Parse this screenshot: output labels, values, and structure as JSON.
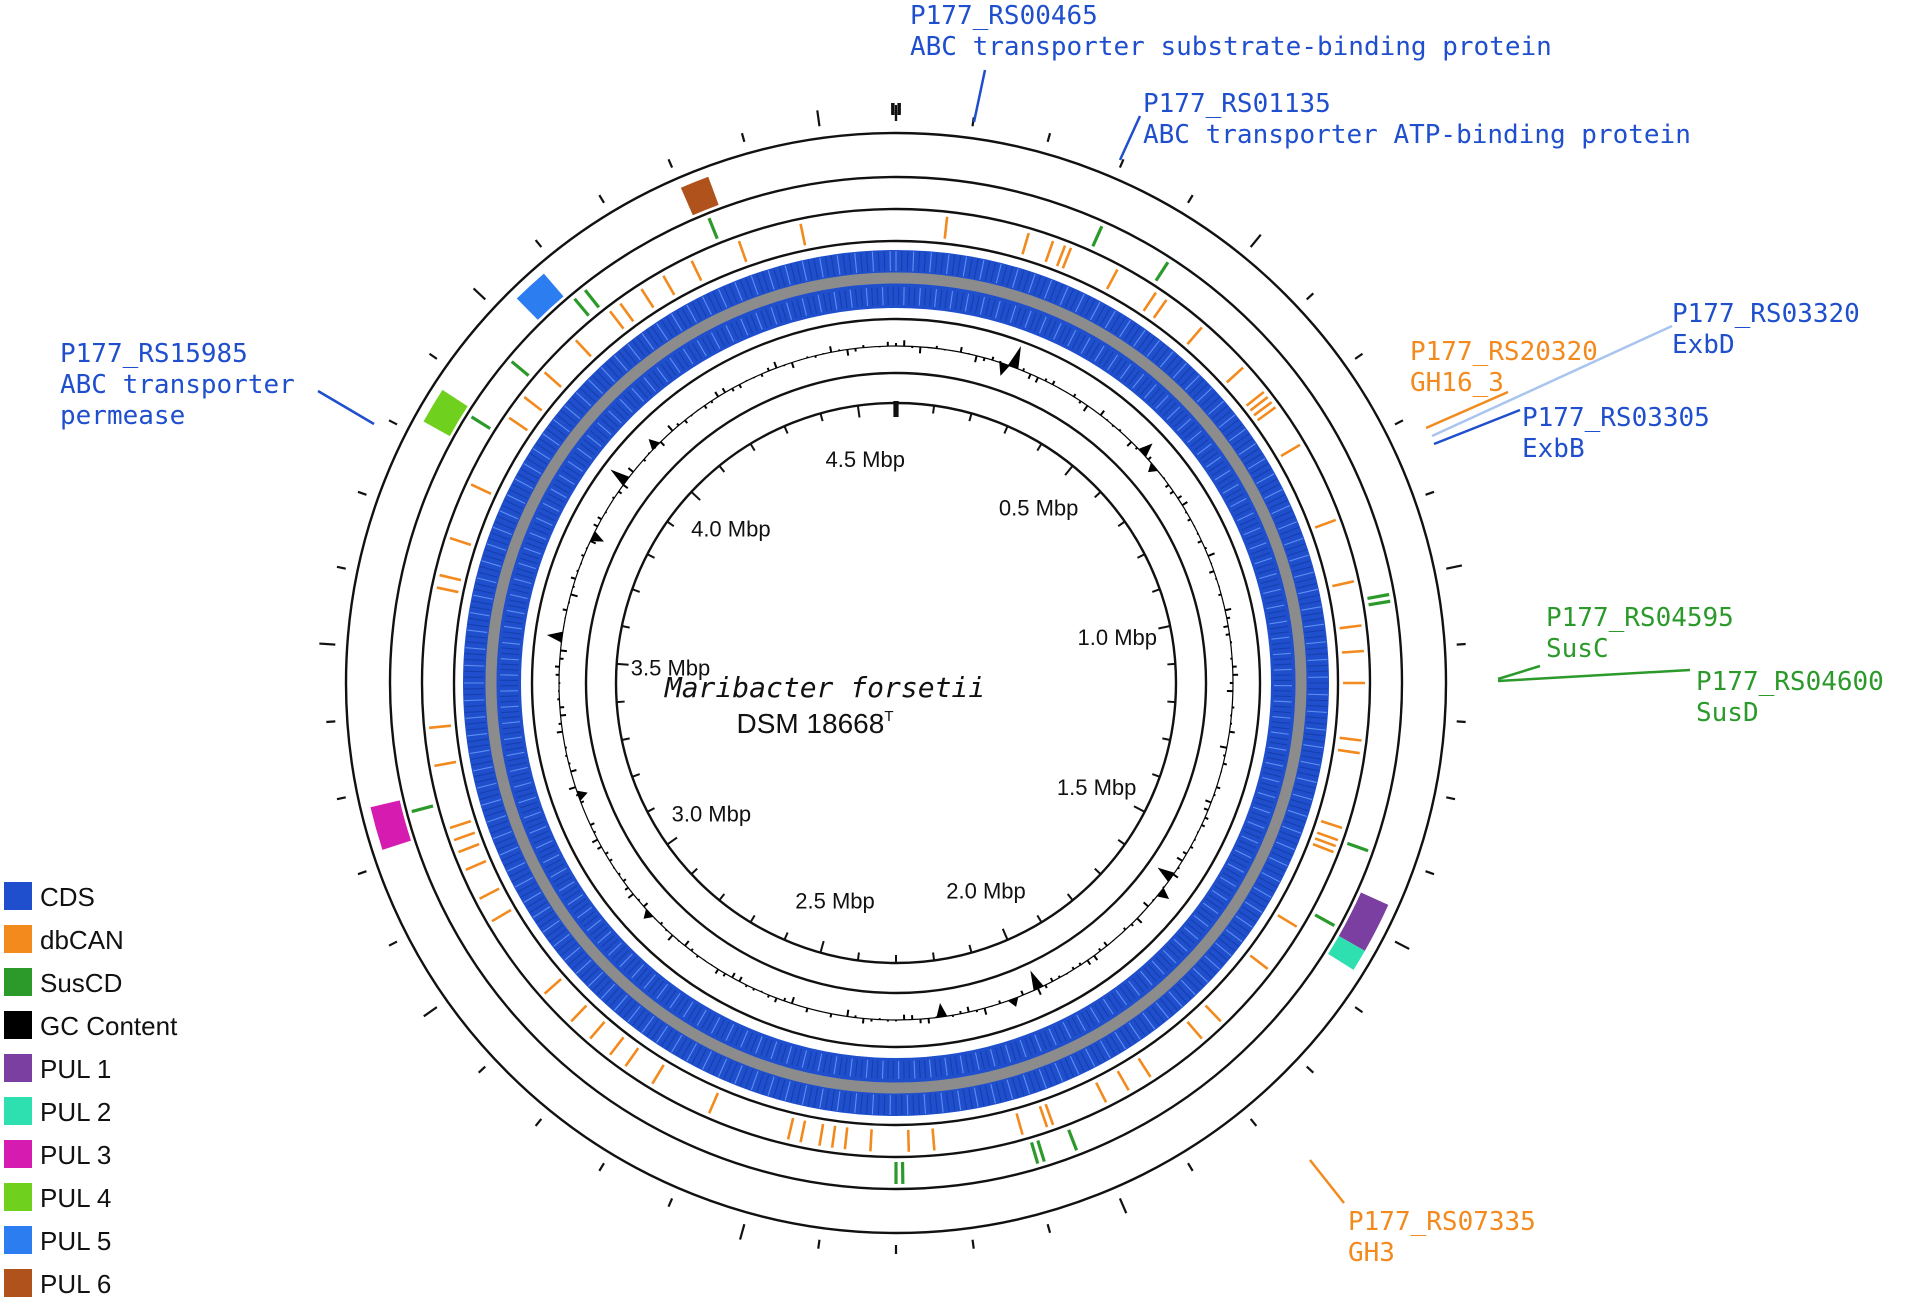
{
  "organism": {
    "name": "Maribacter forsetii",
    "strain": "DSM 18668",
    "strain_superscript": "T"
  },
  "colors": {
    "cds": "#1f4fcc",
    "dbcan": "#f28a1e",
    "susCD": "#2b9a2b",
    "gc": "#000000",
    "backbone": "#8c8c8c",
    "pul1": "#7a3fa0",
    "pul2": "#2ee0b0",
    "pul3": "#d61bb0",
    "pul4": "#6fd11e",
    "pul5": "#2b7df0",
    "pul6": "#b0521c"
  },
  "genome_length_mbp": 4.6,
  "scale_labels": [
    {
      "mbp": 0.5,
      "text": "0.5 Mbp"
    },
    {
      "mbp": 1.0,
      "text": "1.0 Mbp"
    },
    {
      "mbp": 1.5,
      "text": "1.5 Mbp"
    },
    {
      "mbp": 2.0,
      "text": "2.0 Mbp"
    },
    {
      "mbp": 2.5,
      "text": "2.5 Mbp"
    },
    {
      "mbp": 3.0,
      "text": "3.0 Mbp"
    },
    {
      "mbp": 3.5,
      "text": "3.5 Mbp"
    },
    {
      "mbp": 4.0,
      "text": "4.0 Mbp"
    },
    {
      "mbp": 4.5,
      "text": "4.5 Mbp"
    }
  ],
  "legend": [
    {
      "key": "cds",
      "label": "CDS",
      "color": "#1f4fcc"
    },
    {
      "key": "dbcan",
      "label": "dbCAN",
      "color": "#f28a1e"
    },
    {
      "key": "suscd",
      "label": "SusCD",
      "color": "#2b9a2b"
    },
    {
      "key": "gc",
      "label": "GC Content",
      "color": "#000000"
    },
    {
      "key": "pul1",
      "label": "PUL 1",
      "color": "#7a3fa0"
    },
    {
      "key": "pul2",
      "label": "PUL 2",
      "color": "#2ee0b0"
    },
    {
      "key": "pul3",
      "label": "PUL 3",
      "color": "#d61bb0"
    },
    {
      "key": "pul4",
      "label": "PUL 4",
      "color": "#6fd11e"
    },
    {
      "key": "pul5",
      "label": "PUL 5",
      "color": "#2b7df0"
    },
    {
      "key": "pul6",
      "label": "PUL 6",
      "color": "#b0521c"
    }
  ],
  "puls": [
    {
      "name": "PUL 1",
      "start_mbp": 1.46,
      "end_mbp": 1.53,
      "color": "#7a3fa0"
    },
    {
      "name": "PUL 2",
      "start_mbp": 1.53,
      "end_mbp": 1.56,
      "color": "#2ee0b0"
    },
    {
      "name": "PUL 3",
      "start_mbp": 3.22,
      "end_mbp": 3.28,
      "color": "#d61bb0"
    },
    {
      "name": "PUL 4",
      "start_mbp": 3.82,
      "end_mbp": 3.87,
      "color": "#6fd11e"
    },
    {
      "name": "PUL 5",
      "start_mbp": 4.03,
      "end_mbp": 4.08,
      "color": "#2b7df0"
    },
    {
      "name": "PUL 6",
      "start_mbp": 4.3,
      "end_mbp": 4.34,
      "color": "#b0521c"
    }
  ],
  "annotations": [
    {
      "id": "P177_RS00465",
      "desc": "ABC transporter substrate-binding protein",
      "color": "#1f4fcc"
    },
    {
      "id": "P177_RS01135",
      "desc": "ABC transporter ATP-binding protein",
      "color": "#1f4fcc"
    },
    {
      "id": "P177_RS03320",
      "desc": "ExbD",
      "color": "#1f4fcc"
    },
    {
      "id": "P177_RS20320",
      "desc": "GH16_3",
      "color": "#f28a1e"
    },
    {
      "id": "P177_RS03305",
      "desc": "ExbB",
      "color": "#1f4fcc"
    },
    {
      "id": "P177_RS04595",
      "desc": "SusC",
      "color": "#2b9a2b"
    },
    {
      "id": "P177_RS04600",
      "desc": "SusD",
      "color": "#2b9a2b"
    },
    {
      "id": "P177_RS07335",
      "desc": "GH3",
      "color": "#f28a1e"
    },
    {
      "id": "P177_RS15985",
      "desc_lines": [
        "ABC transporter",
        "permease"
      ],
      "color": "#1f4fcc"
    }
  ],
  "dbcan_positions_mbp": [
    0.08,
    0.21,
    0.25,
    0.27,
    0.28,
    0.36,
    0.43,
    0.45,
    0.52,
    0.61,
    0.66,
    0.67,
    0.68,
    0.69,
    0.76,
    0.89,
    0.99,
    1.06,
    1.1,
    1.15,
    1.24,
    1.26,
    1.38,
    1.4,
    1.41,
    1.42,
    1.55,
    1.63,
    1.74,
    1.78,
    1.88,
    1.92,
    1.96,
    2.05,
    2.06,
    2.1,
    2.24,
    2.28,
    2.34,
    2.38,
    2.4,
    2.42,
    2.45,
    2.47,
    2.6,
    2.7,
    2.75,
    2.78,
    2.82,
    2.86,
    2.92,
    3.06,
    3.1,
    3.15,
    3.18,
    3.2,
    3.22,
    3.32,
    3.38,
    3.6,
    3.62,
    3.68,
    3.77,
    3.89,
    3.93,
    3.98,
    4.05,
    4.12,
    4.14,
    4.18,
    4.22,
    4.27,
    4.35,
    4.45
  ],
  "suscd_positions_mbp": [
    0.31,
    0.42,
    1.02,
    1.03,
    1.4,
    1.52,
    2.03,
    2.08,
    2.09,
    2.29,
    2.3,
    3.26,
    3.86,
    3.96,
    4.09,
    4.11,
    4.32
  ],
  "gc_spikes": [
    {
      "mbp": 0.26,
      "v": 3.2
    },
    {
      "mbp": 0.24,
      "v": -1.8
    },
    {
      "mbp": 0.6,
      "v": 2.0
    },
    {
      "mbp": 0.64,
      "v": -1.2
    },
    {
      "mbp": 1.6,
      "v": -2.4
    },
    {
      "mbp": 1.64,
      "v": 1.6
    },
    {
      "mbp": 1.98,
      "v": -2.8
    },
    {
      "mbp": 2.04,
      "v": 1.2
    },
    {
      "mbp": 2.2,
      "v": -2.0
    },
    {
      "mbp": 3.55,
      "v": 2.2
    },
    {
      "mbp": 3.78,
      "v": -1.8
    },
    {
      "mbp": 3.92,
      "v": 2.8
    },
    {
      "mbp": 4.02,
      "v": 1.5
    },
    {
      "mbp": 3.2,
      "v": -1.4
    },
    {
      "mbp": 2.9,
      "v": 1.2
    }
  ]
}
